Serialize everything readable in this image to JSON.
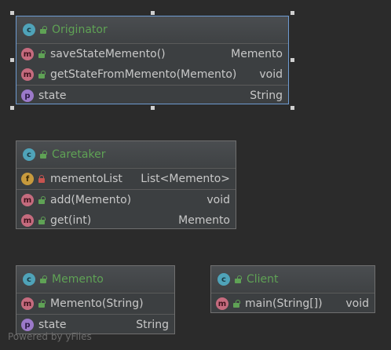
{
  "classes": {
    "originator": {
      "name": "Originator",
      "methods": [
        {
          "name": "saveStateMemento()",
          "type": "Memento"
        },
        {
          "name": "getStateFromMemento(Memento)",
          "type": "void"
        }
      ],
      "properties": [
        {
          "name": "state",
          "type": "String"
        }
      ]
    },
    "caretaker": {
      "name": "Caretaker",
      "fields": [
        {
          "name": "mementoList",
          "type": "List<Memento>"
        }
      ],
      "methods": [
        {
          "name": "add(Memento)",
          "type": "void"
        },
        {
          "name": "get(int)",
          "type": "Memento"
        }
      ]
    },
    "memento": {
      "name": "Memento",
      "methods": [
        {
          "name": "Memento(String)",
          "type": ""
        }
      ],
      "properties": [
        {
          "name": "state",
          "type": "String"
        }
      ]
    },
    "client": {
      "name": "Client",
      "methods": [
        {
          "name": "main(String[])",
          "type": "void"
        }
      ]
    }
  },
  "badges": {
    "class": "c",
    "method": "m",
    "field": "f",
    "property": "p"
  },
  "footer": "Powered by yFiles"
}
